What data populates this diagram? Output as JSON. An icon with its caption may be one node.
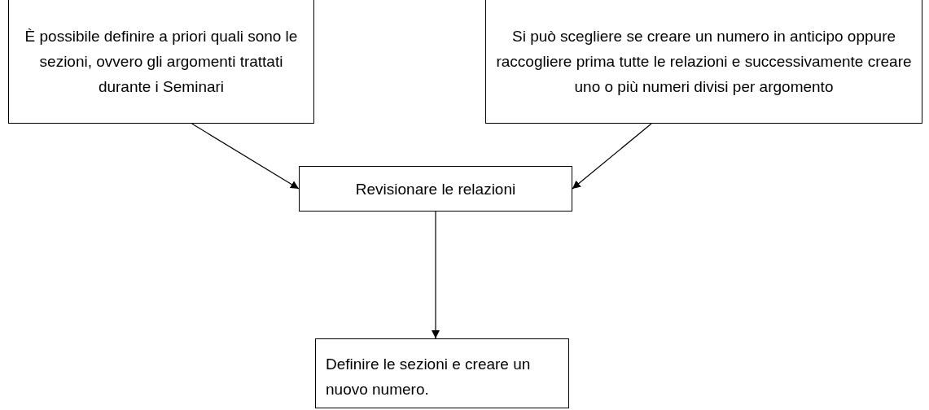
{
  "diagram": {
    "nodes": [
      {
        "text": [
          "È possibile definire a priori quali sono le sezioni, ovvero gli argomenti trattati durante i Seminari"
        ]
      },
      {
        "text": [
          "Si può scegliere se creare un numero in anticipo oppure raccogliere prima tutte le relazioni e successivamente creare uno o più numeri divisi per argomento"
        ]
      },
      {
        "text": [
          "Revisionare le relazioni"
        ]
      },
      {
        "text": [
          "Definire le sezioni e creare un nuovo numero."
        ]
      }
    ],
    "edges": [
      {
        "from": 0,
        "to": 2,
        "arrow": "to"
      },
      {
        "from": 1,
        "to": 2,
        "arrow": "to"
      },
      {
        "from": 2,
        "to": 3,
        "arrow": "to"
      }
    ]
  }
}
